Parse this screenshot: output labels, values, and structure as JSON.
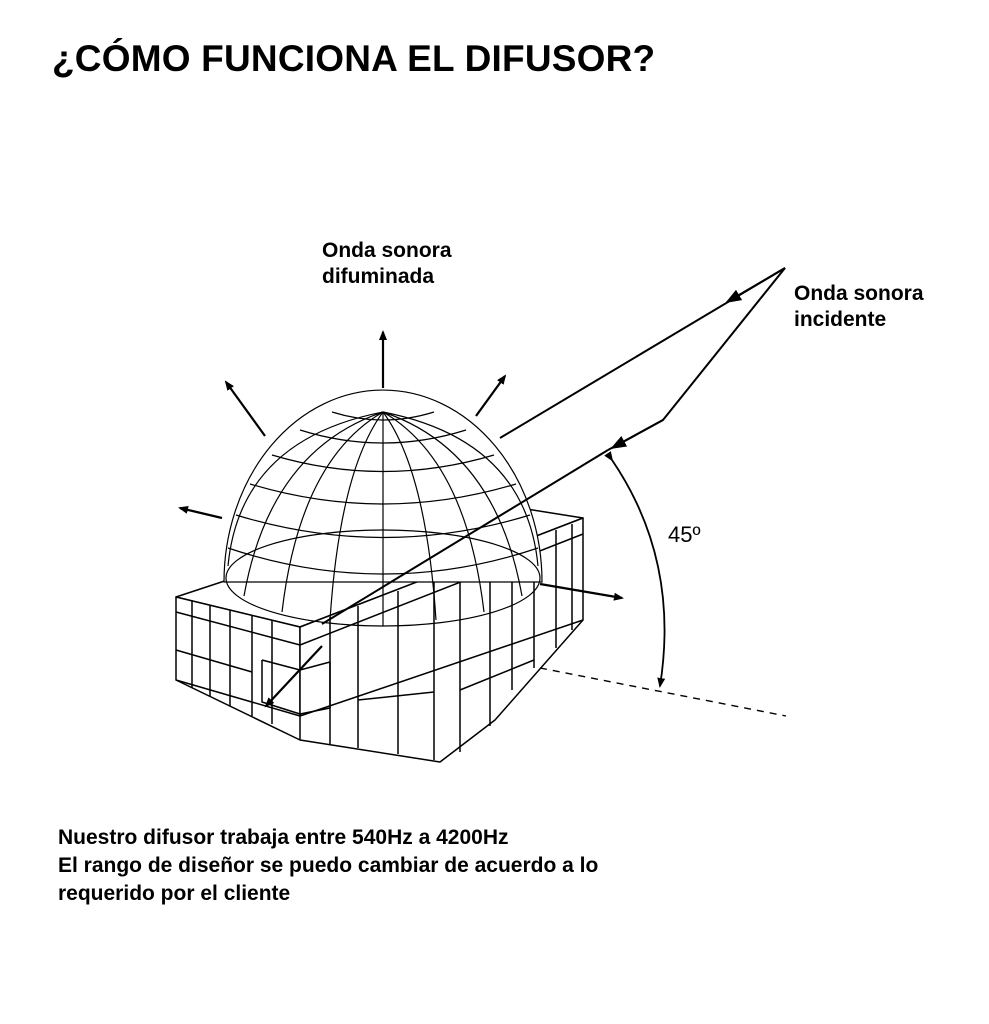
{
  "title": "¿CÓMO FUNCIONA EL DIFUSOR?",
  "diagram": {
    "diffused_label": {
      "line1": "Onda sonora",
      "line2": "difuminada"
    },
    "incident_label": {
      "line1": "Onda sonora",
      "line2": "incidente"
    },
    "angle_label": "45º"
  },
  "notes": {
    "line1": "Nuestro difusor trabaja entre 540Hz a 4200Hz",
    "line2": "El rango de diseñor se puedo cambiar de acuerdo a lo",
    "line3": "requerido por el cliente"
  }
}
